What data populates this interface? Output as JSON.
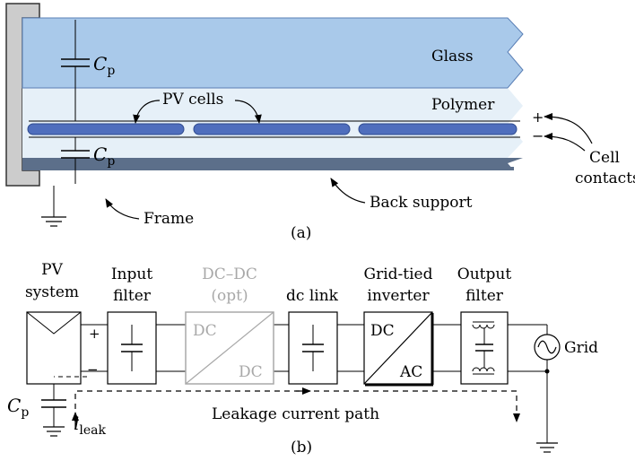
{
  "panel_a": {
    "layers": {
      "glass": "Glass",
      "polymer": "Polymer"
    },
    "labels": {
      "pv_cells": "PV cells",
      "cap_symbol": "C",
      "cap_subscript": "p",
      "plus": "+",
      "minus": "−",
      "cell_contacts_1": "Cell",
      "cell_contacts_2": "contacts",
      "back_support": "Back support",
      "frame": "Frame"
    },
    "caption": "(a)",
    "colors": {
      "glass": "#a9c9ea",
      "polymer": "#e6f0f8",
      "cells": "#4f6ebd",
      "frame": "#cccccc",
      "back": "#5c6f8a"
    }
  },
  "panel_b": {
    "blocks": {
      "pv_1": "PV",
      "pv_2": "system",
      "input_filter_1": "Input",
      "input_filter_2": "filter",
      "dcdc_1": "DC–DC",
      "dcdc_2": "(opt)",
      "dcdc_in": "DC",
      "dcdc_out": "DC",
      "dc_link": "dc link",
      "inverter_1": "Grid-tied",
      "inverter_2": "inverter",
      "inv_in": "DC",
      "inv_out": "AC",
      "output_filter_1": "Output",
      "output_filter_2": "filter",
      "grid": "Grid"
    },
    "terminals": {
      "plus": "+",
      "minus": "−"
    },
    "cap": {
      "symbol": "C",
      "subscript": "p"
    },
    "leak": {
      "symbol": "i",
      "subscript": "leak",
      "path_label": "Leakage current path"
    },
    "caption": "(b)"
  }
}
